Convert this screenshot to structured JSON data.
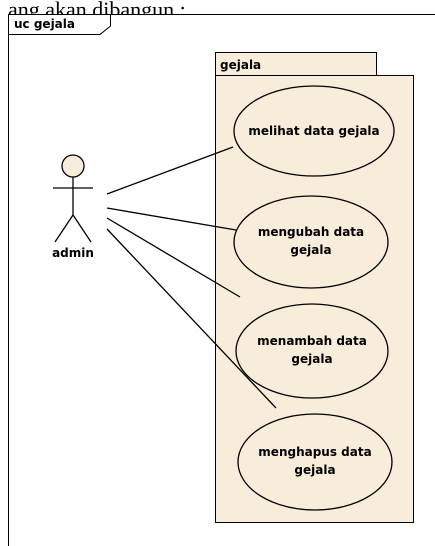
{
  "top_text": "ang akan dibangun :",
  "frame_label": "uc gejala",
  "package": {
    "label": "gejala",
    "fill_color": "#f8ecda"
  },
  "actor": {
    "name": "admin",
    "icon": "stick-figure-actor-icon"
  },
  "use_cases": [
    {
      "lines": [
        "melihat data gejala"
      ]
    },
    {
      "lines": [
        "mengubah data",
        "gejala"
      ]
    },
    {
      "lines": [
        "menambah data",
        "gejala"
      ]
    },
    {
      "lines": [
        "menghapus data",
        "gejala"
      ]
    }
  ],
  "colors": {
    "package_fill": "#f8ecda",
    "line": "#000000"
  }
}
